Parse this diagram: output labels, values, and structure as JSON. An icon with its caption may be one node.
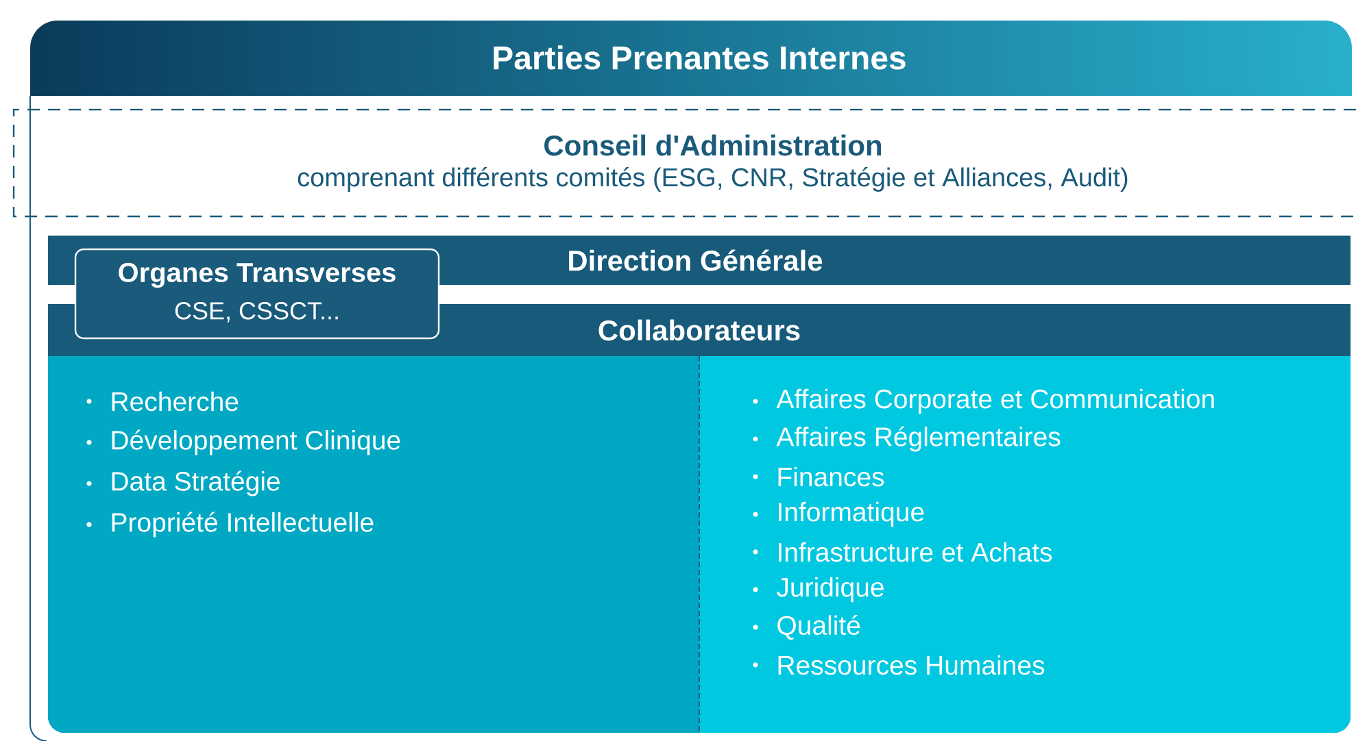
{
  "diagram": {
    "nodes": [
      {
        "text": [
          "Parties Prenantes Internes"
        ]
      },
      {
        "text": [
          "Conseil d'Administration",
          "comprenant différents comités (ESG, CNR, Stratégie et Alliances, Audit)"
        ],
        "in": 0
      },
      {
        "text": [
          "Direction Générale"
        ],
        "in": 0
      },
      {
        "text": [
          "Organes Transverses",
          "CSE, CSSCT..."
        ],
        "in": 0
      },
      {
        "text": [
          "Collaborateurs"
        ],
        "in": 0
      },
      {
        "text": [
          "Recherche",
          "Développement Clinique",
          "Data Stratégie",
          "Propriété Intellectuelle"
        ],
        "in": 4
      },
      {
        "text": [
          "Affaires Corporate et Communication",
          "Affaires Réglementaires",
          "Finances",
          "Informatique",
          "Infrastructure et Achats",
          "Juridique",
          "Qualité",
          "Ressources Humaines"
        ],
        "in": 4
      }
    ]
  }
}
